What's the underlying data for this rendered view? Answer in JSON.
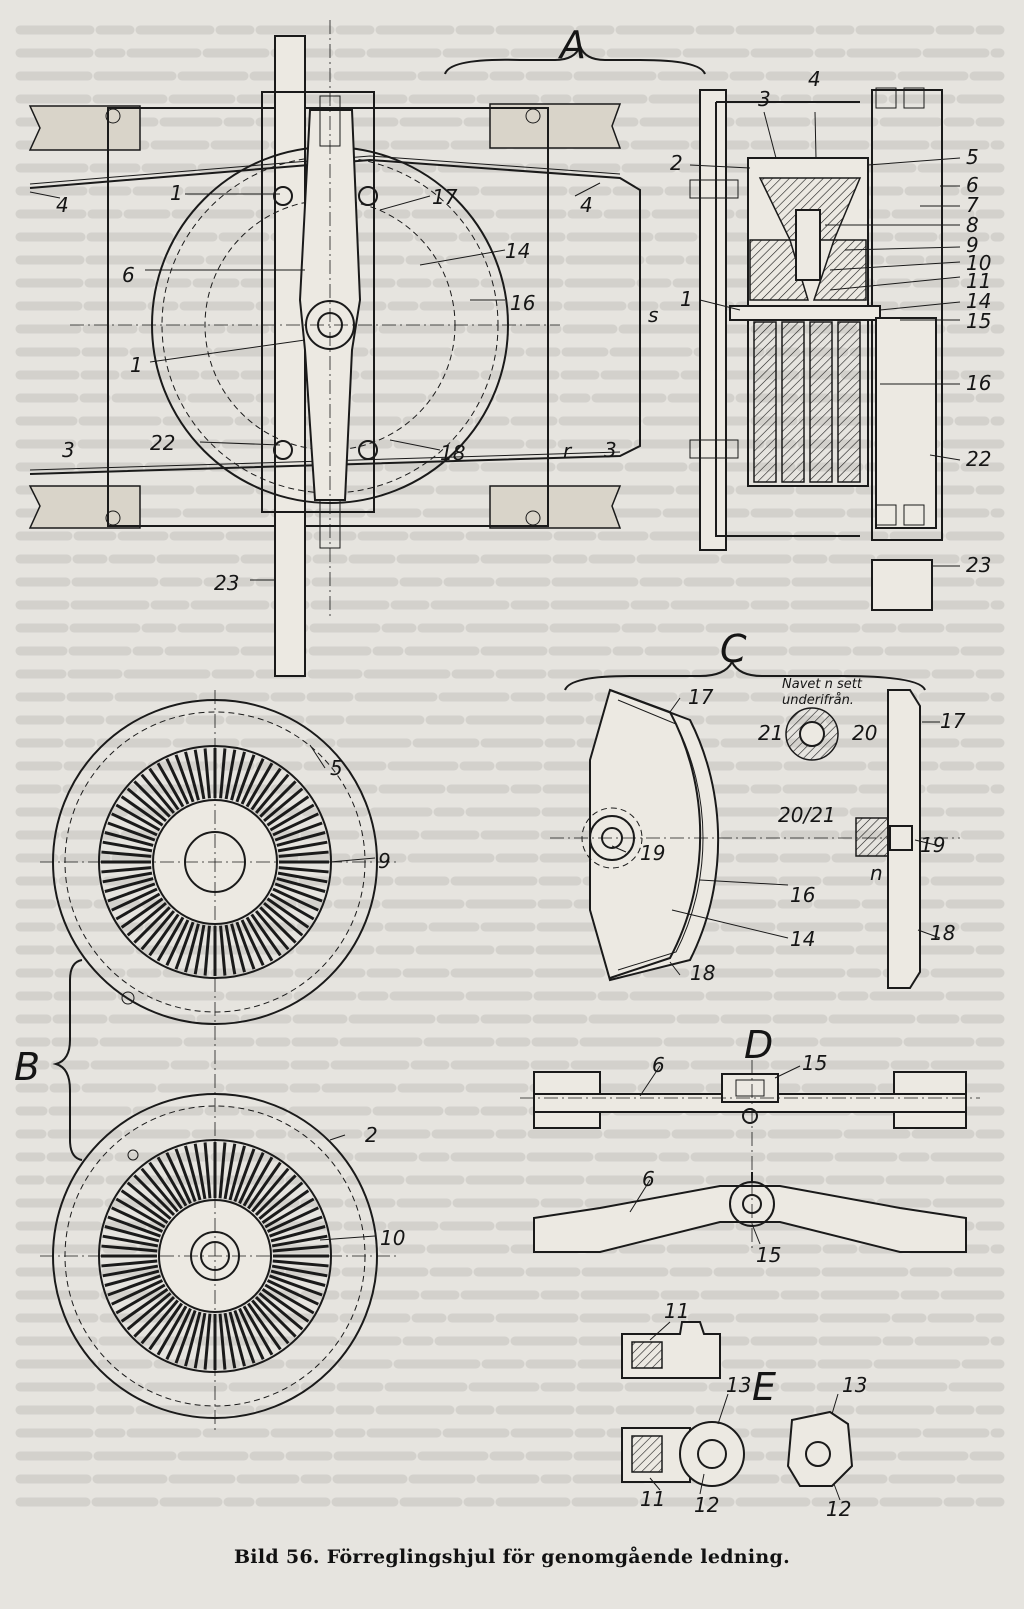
{
  "figure": {
    "caption": "Bild 56.  Förreglingshjul för genomgående ledning.",
    "section_letters": [
      "A",
      "B",
      "C",
      "D",
      "E"
    ],
    "inset_note": {
      "line1": "Navet n sett",
      "line2": "underifrån."
    },
    "view_a_labels": [
      "4",
      "1",
      "17",
      "4",
      "6",
      "14",
      "16",
      "s",
      "1",
      "22",
      "18",
      "r",
      "3",
      "3",
      "23"
    ],
    "view_a_side_labels": [
      "3",
      "4",
      "2",
      "5",
      "6",
      "7",
      "8",
      "9",
      "10",
      "11",
      "1",
      "14",
      "15",
      "16",
      "22",
      "23"
    ],
    "view_b_labels": [
      "5",
      "9",
      "2",
      "10"
    ],
    "view_c_labels": [
      "17",
      "21",
      "20",
      "17",
      "19",
      "16",
      "14",
      "18",
      "20/21",
      "19",
      "n",
      "18"
    ],
    "view_d_labels": [
      "15",
      "6",
      "6",
      "15"
    ],
    "view_e_labels": [
      "11",
      "13",
      "11",
      "12",
      "13",
      "12"
    ]
  }
}
